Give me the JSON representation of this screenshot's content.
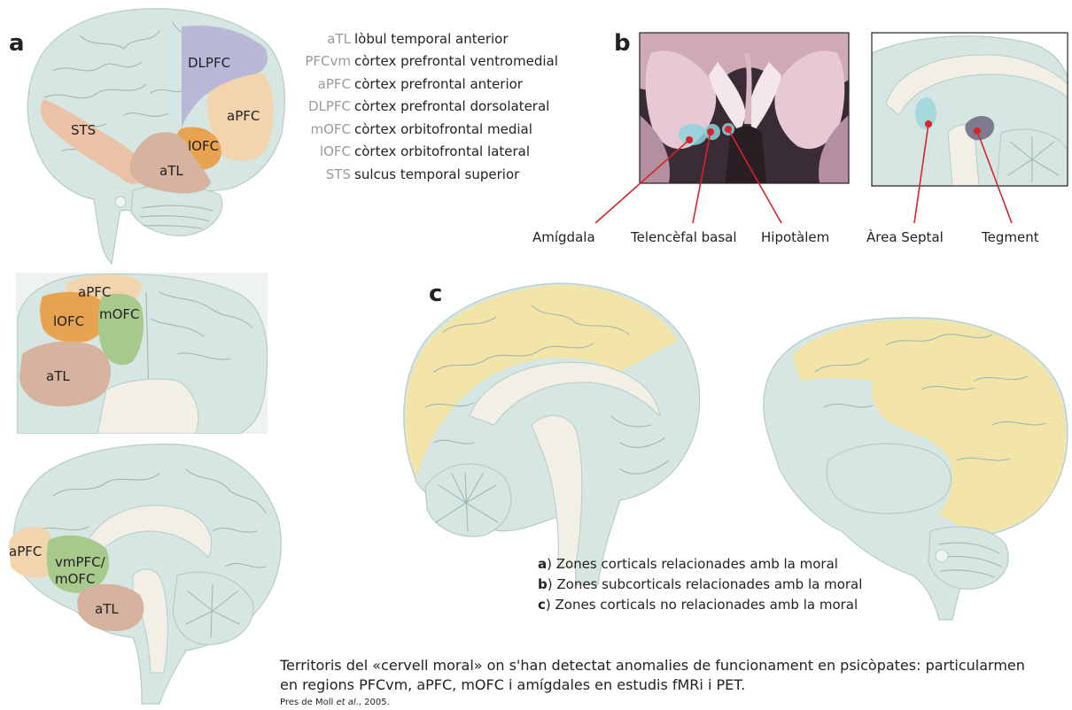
{
  "panels": {
    "a": "a",
    "b": "b",
    "c": "c"
  },
  "abbreviations": [
    {
      "abbr": "aTL",
      "desc": "lòbul temporal anterior"
    },
    {
      "abbr": "PFCvm",
      "desc": "còrtex prefrontal ventromedial"
    },
    {
      "abbr": "aPFC",
      "desc": "còrtex prefrontal anterior"
    },
    {
      "abbr": "DLPFC",
      "desc": "còrtex prefrontal dorsolateral"
    },
    {
      "abbr": "mOFC",
      "desc": "còrtex orbitofrontal medial"
    },
    {
      "abbr": "lOFC",
      "desc": "còrtex orbitofrontal lateral"
    },
    {
      "abbr": "STS",
      "desc": "sulcus temporal superior"
    }
  ],
  "region_labels": {
    "top": [
      "DLPFC",
      "aPFC",
      "STS",
      "lOFC",
      "aTL"
    ],
    "middle": [
      "aPFC",
      "lOFC",
      "mOFC",
      "aTL"
    ],
    "bottom": [
      "aPFC",
      "vmPFC/",
      "mOFC",
      "aTL"
    ]
  },
  "pointers": [
    "Amígdala",
    "Telencèfal basal",
    "Hipotàlem",
    "Àrea Septal",
    "Tegment"
  ],
  "legend": [
    {
      "key": "a",
      "text": ") Zones corticals relacionades amb la moral"
    },
    {
      "key": "b",
      "text": ") Zones subcorticals relacionades amb la moral"
    },
    {
      "key": "c",
      "text": ") Zones corticals no relacionades amb la moral"
    }
  ],
  "caption": {
    "line1": "Territoris del «cervell moral» on s'han detectat anomalies de funcionament en psicòpates: particularmen",
    "line2": "en regions PFCvm, aPFC, mOFC i amígdales en estudis fMRi i PET.",
    "source_prefix": "Pres de Moll ",
    "source_italic": "et al",
    "source_suffix": "., 2005."
  },
  "colors": {
    "brain": "#d6e6e2",
    "dlpfc": "#b9b8d9",
    "apfc": "#f2d5ae",
    "lofc": "#e8a350",
    "atl": "#d5b39f",
    "sts": "#ecc2a6",
    "mofc": "#a7c98c",
    "moral_cortex": "#f3e4a8",
    "pointer": "#d8232a",
    "subcortical": "#8ed3dd"
  }
}
